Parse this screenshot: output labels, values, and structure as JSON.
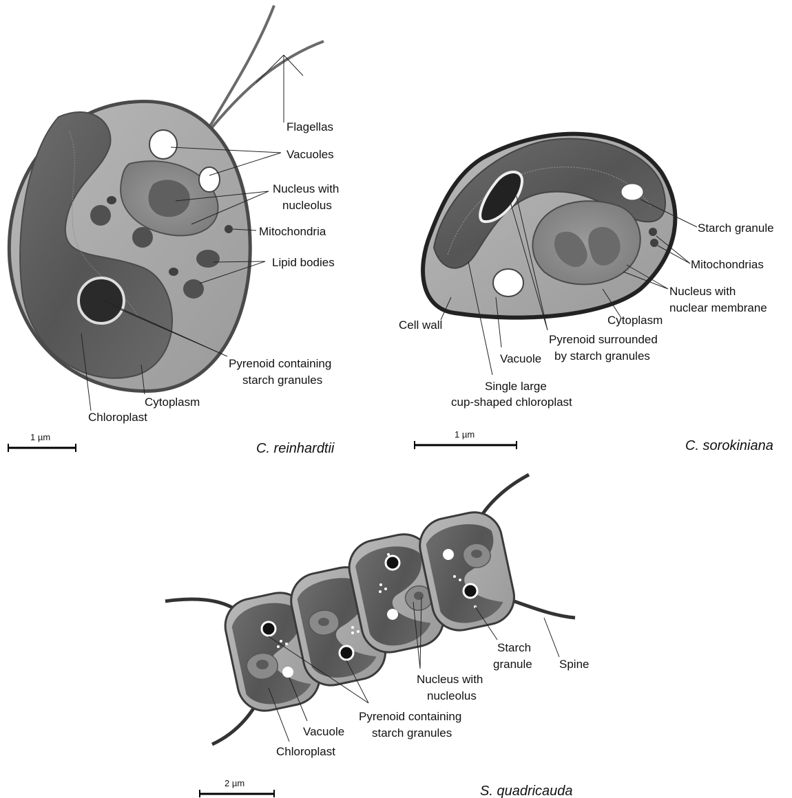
{
  "panels": {
    "reinhardtii": {
      "species": "C. reinhardtii",
      "scale": "1 µm",
      "labels": {
        "flagellas": "Flagellas",
        "vacuoles": "Vacuoles",
        "nucleus_1": "Nucleus with",
        "nucleus_2": "nucleolus",
        "mitochondria": "Mitochondria",
        "lipid": "Lipid bodies",
        "pyrenoid_1": "Pyrenoid containing",
        "pyrenoid_2": "starch granules",
        "cytoplasm": "Cytoplasm",
        "chloroplast": "Chloroplast"
      }
    },
    "sorokiniana": {
      "species": "C. sorokiniana",
      "scale": "1 µm",
      "labels": {
        "starch": "Starch granule",
        "mito": "Mitochondrias",
        "nucleus_1": "Nucleus with",
        "nucleus_2": "nuclear membrane",
        "cytoplasm": "Cytoplasm",
        "cellwall": "Cell wall",
        "pyrenoid_1": "Pyrenoid surrounded",
        "pyrenoid_2": "by starch granules",
        "vacuole": "Vacuole",
        "chloro_1": "Single large",
        "chloro_2": "cup-shaped chloroplast"
      }
    },
    "quadricauda": {
      "species": "S. quadricauda",
      "scale": "2 µm",
      "labels": {
        "starch_1": "Starch",
        "starch_2": "granule",
        "spine": "Spine",
        "nucleus_1": "Nucleus with",
        "nucleus_2": "nucleolus",
        "pyrenoid_1": "Pyrenoid containing",
        "pyrenoid_2": "starch granules",
        "vacuole": "Vacuole",
        "chloroplast": "Chloroplast"
      }
    }
  },
  "colors": {
    "cell_wall": "#555555",
    "cytoplasm": "#a9a9a9",
    "chloroplast": "#5c5c5c",
    "nucleus": "#8a8a8a",
    "nucleolus": "#5a5a5a",
    "pyrenoid": "#222222",
    "organelle": "#4f4f4f",
    "vacuole": "#ffffff"
  }
}
